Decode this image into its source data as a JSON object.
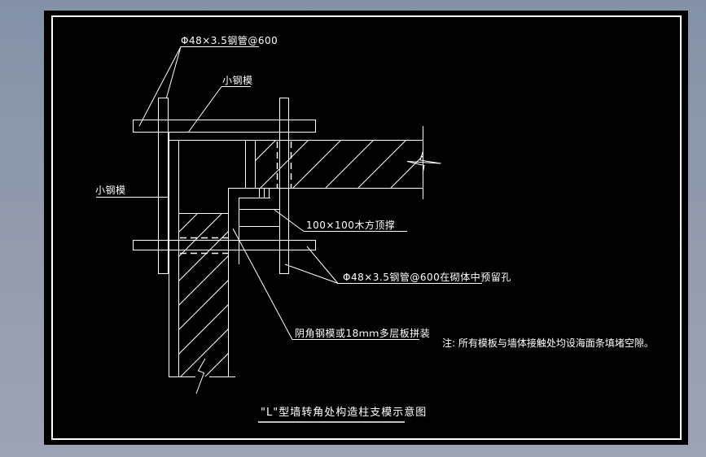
{
  "drawing": {
    "labels": {
      "pipe_top": "Φ48×3.5钢管@600",
      "small_steel_form_top": "小钢模",
      "small_steel_form_left": "小钢模",
      "wood_brace": "100×100木方顶撑",
      "pipe_hole": "Φ48×3.5钢管@600在砌体中预留孔",
      "corner_form": "阴角钢模或18ｍｍ多层板拼装",
      "note": "注: 所有模板与墙体接触处均设海面条填堵空隙。",
      "title": "\"L\"型墙转角处构造柱支模示意图"
    },
    "colors": {
      "surround_top": "#8391a7",
      "surround_bottom": "#9aa4b4",
      "canvas": "#000000",
      "line": "#ffffff"
    }
  }
}
